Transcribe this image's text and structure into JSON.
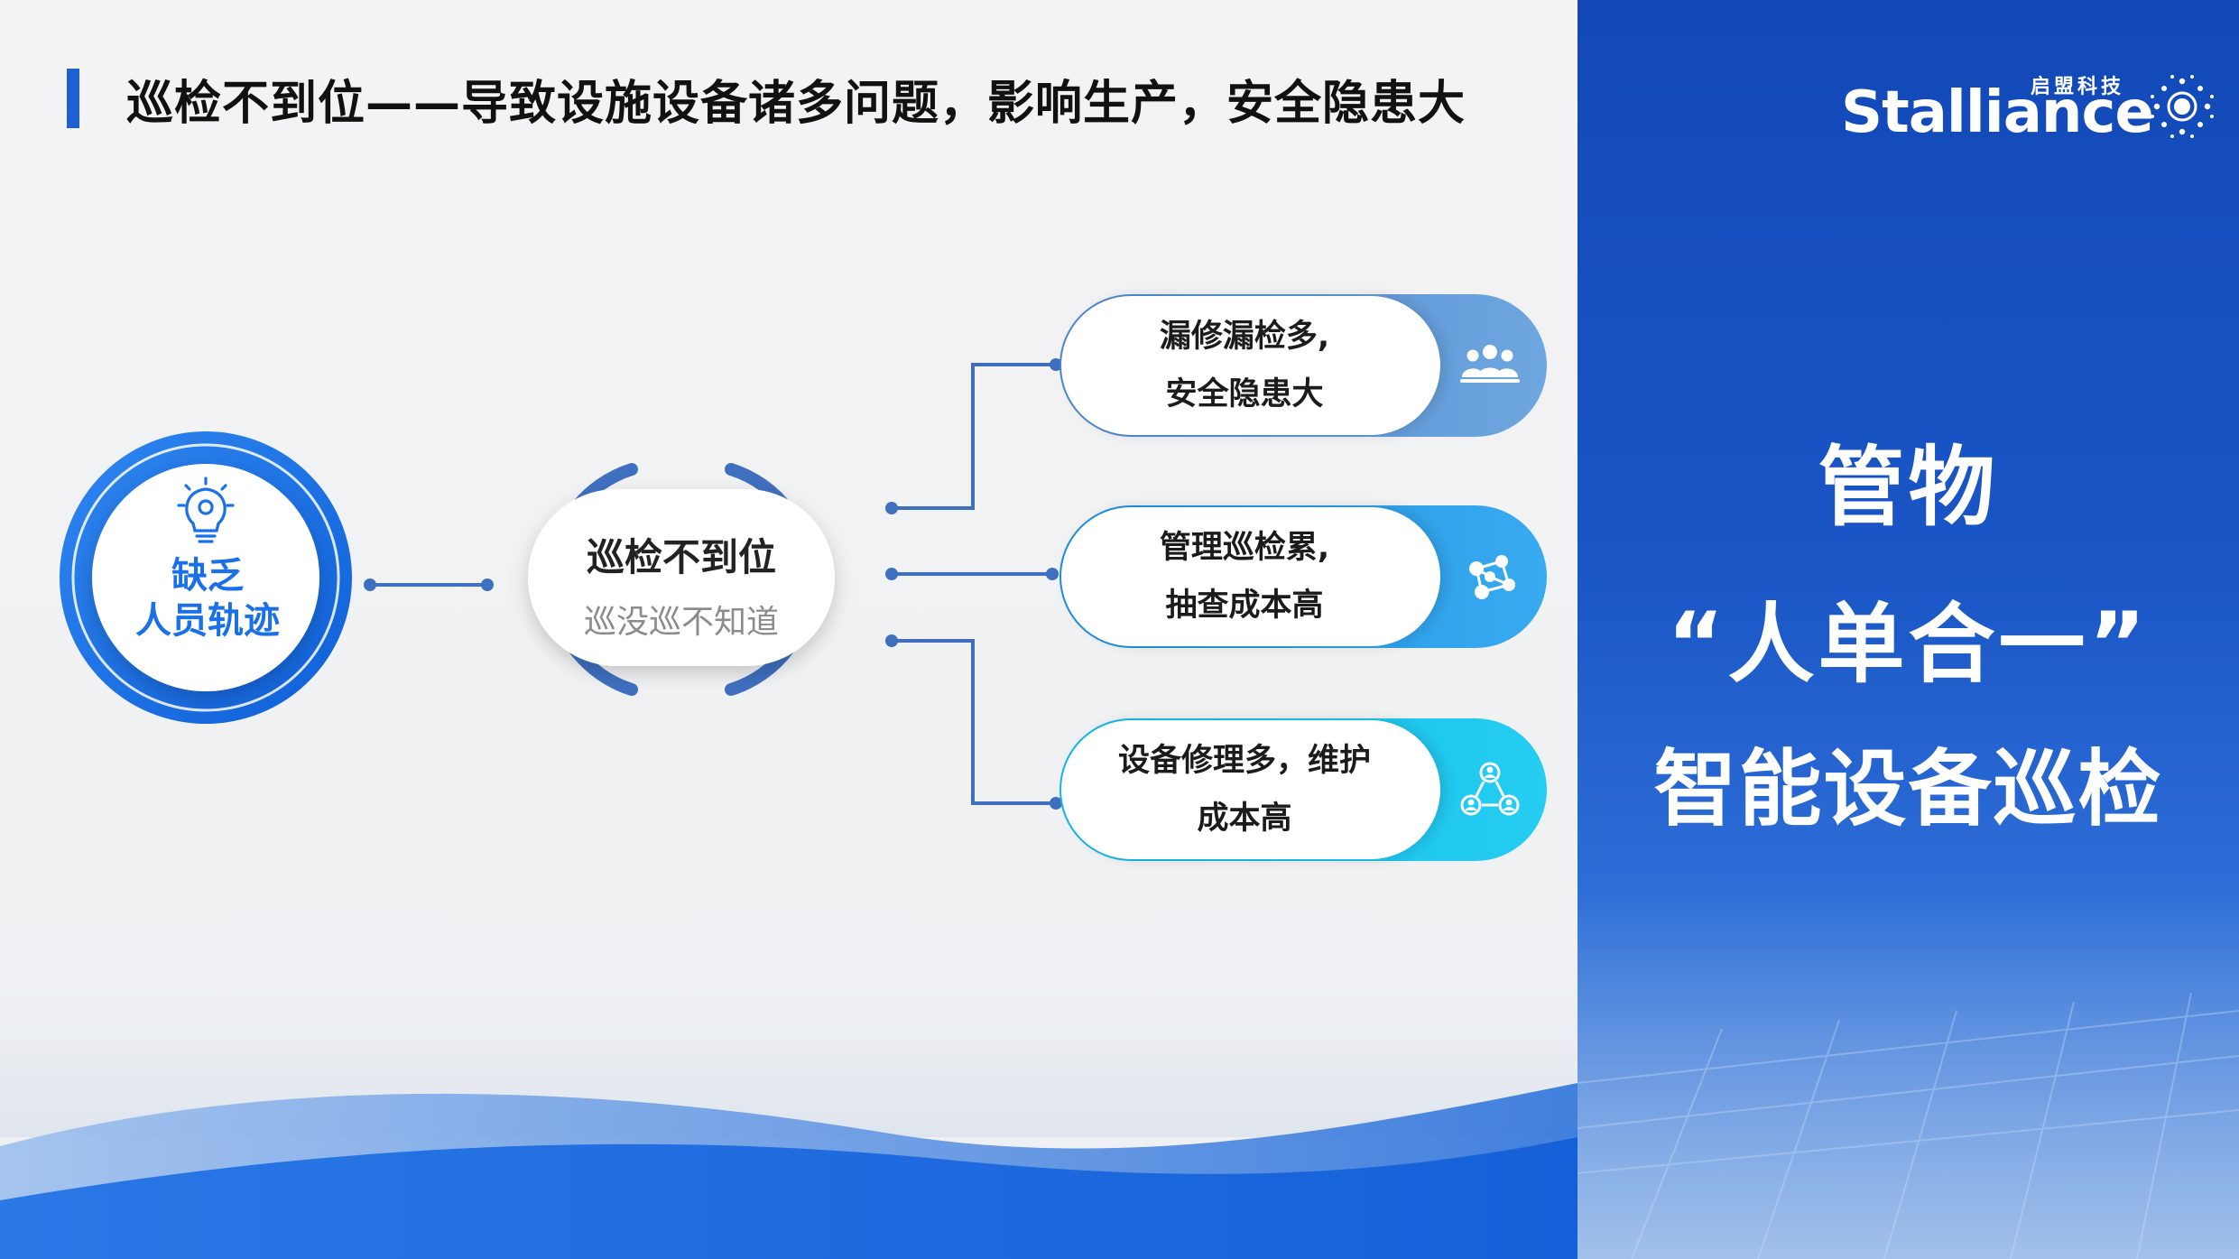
{
  "page": {
    "title": "巡检不到位——导致设施设备诸多问题，影响生产，安全隐患大"
  },
  "logo": {
    "brand_en": "Stalliance",
    "brand_cn": "启盟科技",
    "mark_icon": "gear-dots-logo-icon"
  },
  "right_panel": {
    "line1": "管物",
    "line2": "“人单合一”",
    "line3": "智能设备巡检"
  },
  "diagram": {
    "root": {
      "line1": "缺乏",
      "line2": "人员轨迹",
      "icon": "lightbulb-gear-icon"
    },
    "hub": {
      "title": "巡检不到位",
      "subtitle": "巡没巡不知道"
    },
    "outcomes": [
      {
        "line1": "漏修漏检多,",
        "line2": "安全隐患大",
        "icon": "group-icon",
        "color": "#5b98d6"
      },
      {
        "line1": "管理巡检累,",
        "line2": "抽查成本高",
        "icon": "network-nodes-icon",
        "color": "#2a9ee6"
      },
      {
        "line1": "设备修理多，维护",
        "line2": "成本高",
        "icon": "people-connection-icon",
        "color": "#1cc3ec"
      }
    ]
  },
  "colors": {
    "accent": "#1f5fd0",
    "panel": "#1a56c6",
    "circle_blue": "#1a70e8",
    "connector": "#3f6fbf"
  }
}
